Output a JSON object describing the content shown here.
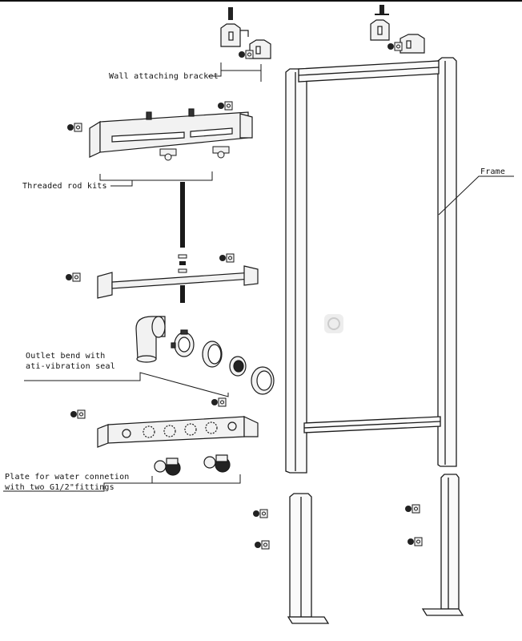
{
  "labels": {
    "wall_bracket": "Wall attaching bracket",
    "threaded_rod": "Threaded rod kits",
    "outlet_bend_line1": "Outlet bend with",
    "outlet_bend_line2": "ati-vibration seal",
    "plate_line1": "Plate for water connetion",
    "plate_line2": "with two G1/2\"fittings",
    "frame": "Frame"
  },
  "colors": {
    "stroke": "#1a1a1a",
    "metal_fill": "#f2f2f2",
    "dark_fill": "#222222",
    "background": "#ffffff"
  }
}
